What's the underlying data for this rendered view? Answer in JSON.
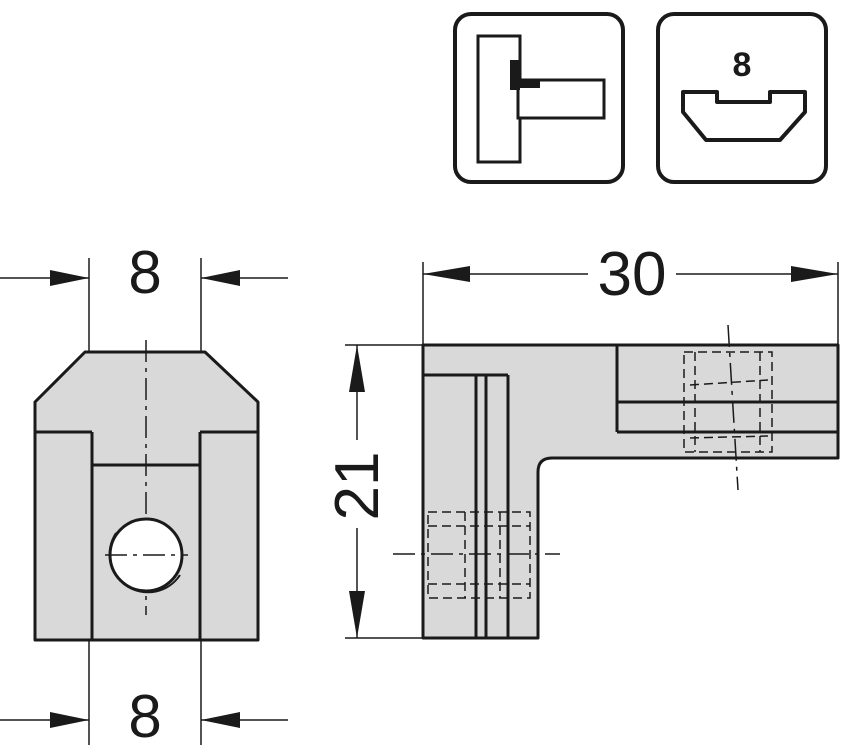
{
  "icons": {
    "profile_label": "8"
  },
  "dimensions": {
    "front_top_width": "8",
    "front_bottom_width": "8",
    "side_length": "30",
    "side_height": "21"
  }
}
